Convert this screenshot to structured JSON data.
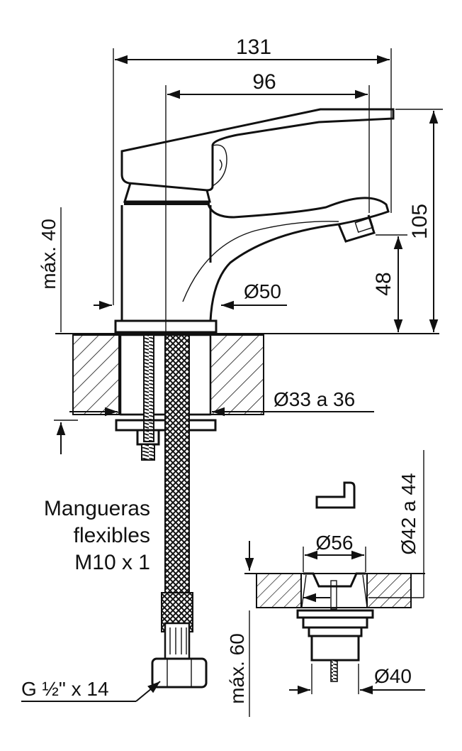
{
  "drawing": {
    "dimensions": {
      "overall_width": "131",
      "spout_reach": "96",
      "overall_height": "105",
      "spout_height": "48",
      "lever_height": "máx. 40",
      "base_diameter": "Ø50",
      "hole_diameter": "Ø33 a 36",
      "drain_hole_diameter": "Ø42 a 44",
      "drain_flange_diameter": "Ø56",
      "drain_depth": "máx. 60",
      "drain_body_diameter": "Ø40"
    },
    "hoses": {
      "line1": "Mangueras",
      "line2": "flexibles",
      "line3": "M10 x 1"
    },
    "connection_thread": "G ½\" x 14"
  }
}
